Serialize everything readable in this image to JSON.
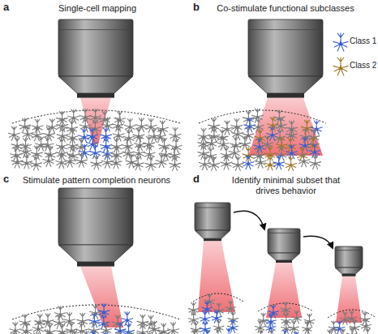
{
  "diagram": {
    "labels": [
      "a",
      "Single-cell mapping",
      "b",
      "Co-stimulate functional subclasses",
      "c",
      "Stimulate pattern completion neurons",
      "d",
      "Identify minimal subset that drives behavior"
    ],
    "legend": [
      {
        "text": "Class 1"
      },
      {
        "text": "Class 2"
      }
    ]
  }
}
